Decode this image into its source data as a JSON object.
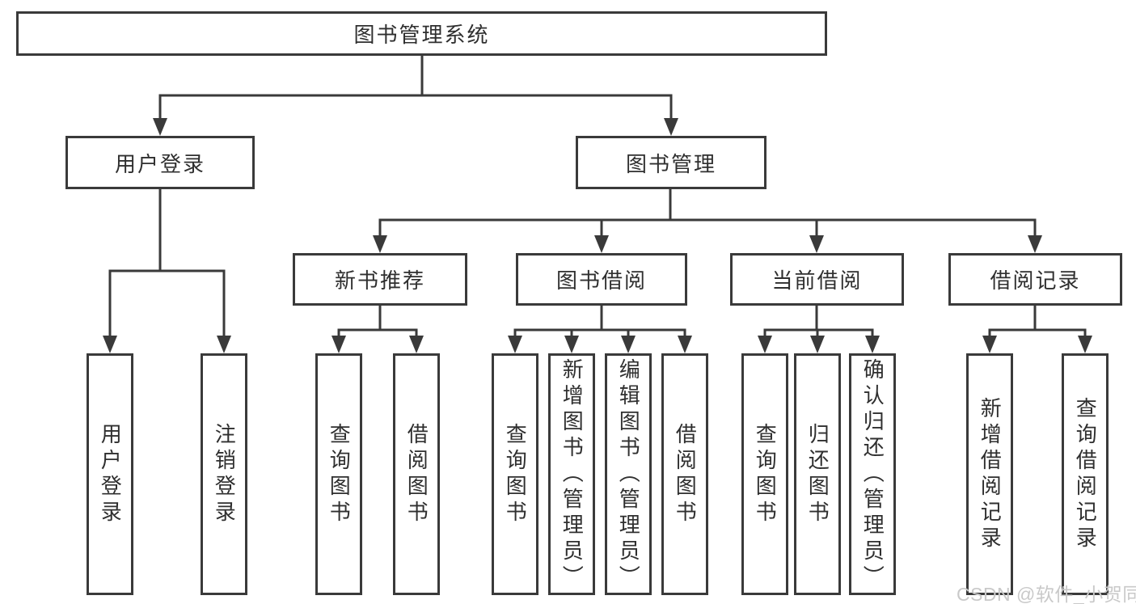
{
  "tree": {
    "root": {
      "label": "图书管理系统",
      "children": [
        {
          "label": "用户登录",
          "children": [
            {
              "label": "用户登录"
            },
            {
              "label": "注销登录"
            }
          ]
        },
        {
          "label": "图书管理",
          "children": [
            {
              "label": "新书推荐",
              "children": [
                {
                  "label": "查询图书"
                },
                {
                  "label": "借阅图书"
                }
              ]
            },
            {
              "label": "图书借阅",
              "children": [
                {
                  "label": "查询图书"
                },
                {
                  "label": "新增图书（管理员）"
                },
                {
                  "label": "编辑图书（管理员）"
                },
                {
                  "label": "借阅图书"
                }
              ]
            },
            {
              "label": "当前借阅",
              "children": [
                {
                  "label": "查询图书"
                },
                {
                  "label": "归还图书"
                },
                {
                  "label": "确认归还（管理员）"
                }
              ]
            },
            {
              "label": "借阅记录",
              "children": [
                {
                  "label": "新增借阅记录"
                },
                {
                  "label": "查询借阅记录"
                }
              ]
            }
          ]
        }
      ]
    }
  },
  "watermark": {
    "text": "CSDN @软件_小贺同学"
  },
  "colors": {
    "line": "#3a3a3a",
    "border": "#3a3a3a",
    "text": "#2f2f2f",
    "background": "#ffffff",
    "watermark": "#c9c9c9"
  }
}
